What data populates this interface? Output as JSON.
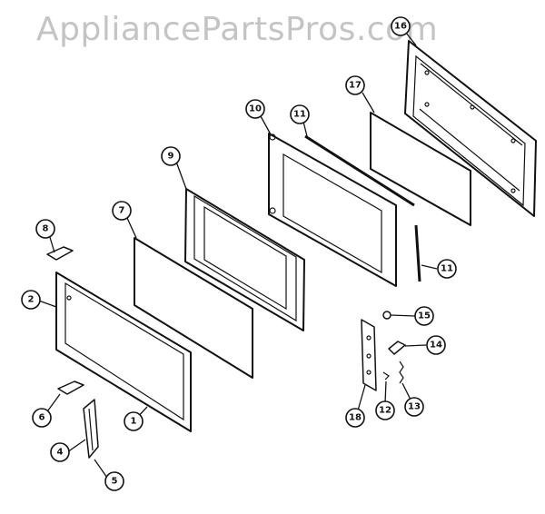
{
  "watermark": "AppliancePartsPros.com",
  "colors": {
    "line": "#111111",
    "watermark": "#c4c4c4",
    "background": "#ffffff"
  },
  "callouts": [
    {
      "id": "c1",
      "label": "1"
    },
    {
      "id": "c2",
      "label": "2"
    },
    {
      "id": "c4",
      "label": "4"
    },
    {
      "id": "c5",
      "label": "5"
    },
    {
      "id": "c6",
      "label": "6"
    },
    {
      "id": "c7",
      "label": "7"
    },
    {
      "id": "c8",
      "label": "8"
    },
    {
      "id": "c9",
      "label": "9"
    },
    {
      "id": "c10",
      "label": "10"
    },
    {
      "id": "c11a",
      "label": "11"
    },
    {
      "id": "c11b",
      "label": "11"
    },
    {
      "id": "c12",
      "label": "12"
    },
    {
      "id": "c13",
      "label": "13"
    },
    {
      "id": "c14",
      "label": "14"
    },
    {
      "id": "c15",
      "label": "15"
    },
    {
      "id": "c16",
      "label": "16"
    },
    {
      "id": "c17",
      "label": "17"
    },
    {
      "id": "c18",
      "label": "18"
    }
  ]
}
